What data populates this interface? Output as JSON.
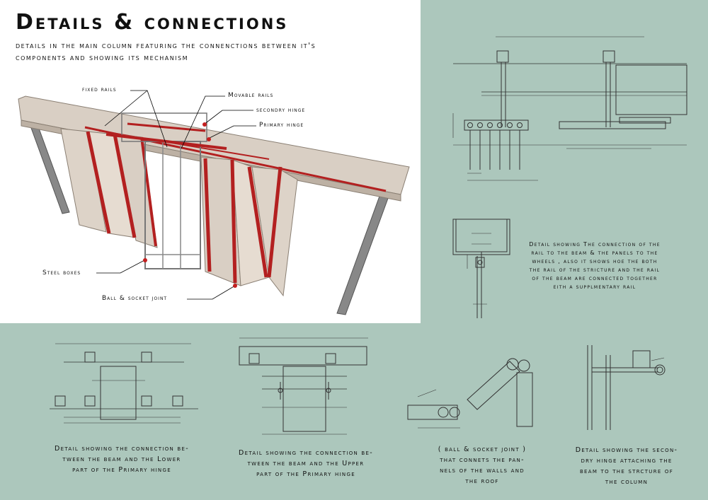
{
  "title": "Details & connections",
  "subtitle": "details in the main column featuring the connenctions between it's components and showing its mechanism",
  "labels": {
    "fixed_rails": "fixed rails",
    "movable_rails": "Movable rails",
    "secondry_hinge": "secondry hinge",
    "primary_hinge": "Primary hinge",
    "steel_boxes": "Steel boxes",
    "ball_socket": "Ball & socket joint"
  },
  "captions": {
    "rail_detail": [
      "Detail showing The connection of the",
      "rail to the beam & the panels to the",
      "wheels , also it shows hoe the both",
      "the rail of the stricture and the rail",
      "of the beam are connected together",
      "eith a supplmentary rail"
    ],
    "lower_hinge": [
      "Detail showing the connection be-",
      "tween the beam and the Lower",
      "part of the Primary hinge"
    ],
    "upper_hinge": [
      "Detail showing the connection be-",
      "tween the beam and the Upper",
      "part of the Primary hinge"
    ],
    "ball_joint": [
      "( ball & socket joint )",
      "that connets the pan-",
      "nels of the walls and",
      "the roof"
    ],
    "secondary_hinge": [
      "Detail showing the secon-",
      "dry hinge attaching the",
      "beam to the strcture of",
      "the column"
    ]
  },
  "colors": {
    "background": "#acc7bc",
    "panel": "#ffffff",
    "accent_red": "#b32020",
    "stone": "#d9cfc4"
  }
}
